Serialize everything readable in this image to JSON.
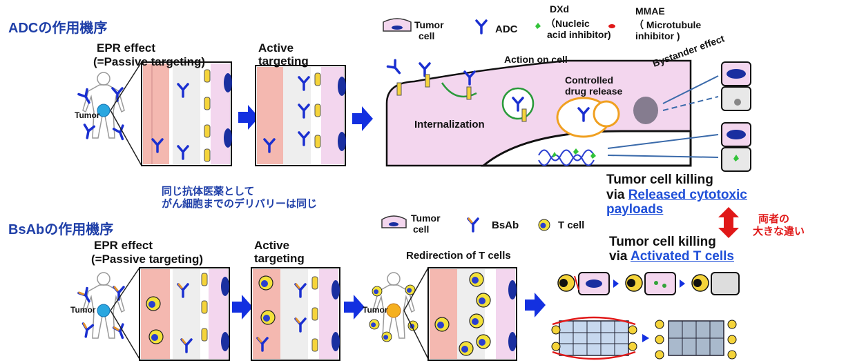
{
  "adc": {
    "header": "ADCの作用機序",
    "epr_line1": "EPR effect",
    "epr_line2": "(=Passive targeting)",
    "active_line1": "Active",
    "active_line2": "targeting",
    "tumor_label": "Tumor",
    "legend": {
      "tumor_line1": "Tumor",
      "tumor_line2": "cell",
      "adc": "ADC",
      "dxd_line1": "DXd",
      "dxd_line2": "（Nucleic",
      "dxd_line3": "acid inhibitor)",
      "mmae_line1": "MMAE",
      "mmae_line2": "（ Microtubule",
      "mmae_line3": "inhibitor )"
    },
    "action_on_cell": "Action on cell",
    "controlled_line1": "Controlled",
    "controlled_line2": "drug release",
    "internalization": "Internalization",
    "bystander": "Bystander effect",
    "killing_line1": "Tumor cell killing",
    "killing_via": "via ",
    "killing_link1": "Released cytotoxic",
    "killing_link2": "payloads"
  },
  "middle_note_line1": "同じ抗体医薬として",
  "middle_note_line2": "がん細胞までのデリバリーは同じ",
  "difference_line1": "両者の",
  "difference_line2": "大きな違い",
  "bsab": {
    "header": "BsAbの作用機序",
    "epr_line1": "EPR effect",
    "epr_line2": "(=Passive targeting)",
    "active_line1": "Active",
    "active_line2": "targeting",
    "tumor_label": "Tumor",
    "tumor_label2": "Tumor",
    "legend": {
      "tumor_line1": "Tumor",
      "tumor_line2": "cell",
      "bsab": "BsAb",
      "tcell": "T cell"
    },
    "redirection": "Redirection of T cells",
    "killing_line1": "Tumor cell killing",
    "killing_via": "via ",
    "killing_link": "Activated T cells"
  },
  "colors": {
    "header_blue": "#1f3fa8",
    "link_blue": "#1f4fd8",
    "accent_red": "#e01818",
    "cell_pink": "#f3d6ee",
    "vessel_pink": "#f4b8b0",
    "arrow_blue": "#1330e0"
  }
}
